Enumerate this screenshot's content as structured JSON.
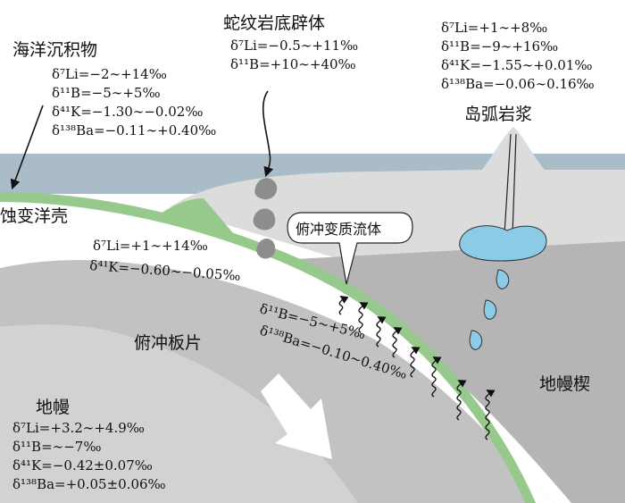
{
  "labels": {
    "marine_sediment": "海洋沉积物",
    "serpentinite": "蛇纹岩底辟体",
    "altered_crust": "蚀变洋壳",
    "subduction_fluid": "俯冲变质流体",
    "arc_magma": "岛弧岩浆",
    "slab": "俯冲板片",
    "mantle": "地幔",
    "mantle_wedge": "地幔楔"
  },
  "isotopes": {
    "sediment": {
      "li": "δ⁷Li=−2∼+14‰",
      "b": "δ¹¹B=−5∼+5‰",
      "k": "δ⁴¹K=−1.30∼−0.02‰",
      "ba": "δ¹³⁸Ba=−0.11∼+0.40‰"
    },
    "serpentinite": {
      "li": "δ⁷Li=−0.5∼+11‰",
      "b": "δ¹¹B=+10∼+40‰"
    },
    "arc": {
      "li": "δ⁷Li=+1∼+8‰",
      "b": "δ¹¹B=−9∼+16‰",
      "k": "δ⁴¹K=−1.55∼+0.01‰",
      "ba": "δ¹³⁸Ba=−0.06∼0.16‰"
    },
    "crust": {
      "li": "δ⁷Li=+1∼+14‰",
      "k": "δ⁴¹K=−0.60∼−0.05‰"
    },
    "fluid": {
      "b": "δ¹¹B=−5∼+5‰",
      "ba": "δ¹³⁸Ba=−0.10∼0.40‰"
    },
    "mantle": {
      "li": "δ⁷Li=+3.2∼+4.9‰",
      "b": "δ¹¹B=∼−7‰",
      "k": "δ⁴¹K=−0.42±0.07‰",
      "ba": "δ¹³⁸Ba=+0.05±0.06‰"
    }
  },
  "colors": {
    "ocean": "#a9bcc8",
    "overriding_plate": "#dcdcdc",
    "mantle_wedge": "#b5b5b5",
    "slab": "#c2c2c2",
    "deep_mantle": "#d2d2d2",
    "sediment_layer": "#98c98c",
    "magma": "#8ccbe6"
  }
}
